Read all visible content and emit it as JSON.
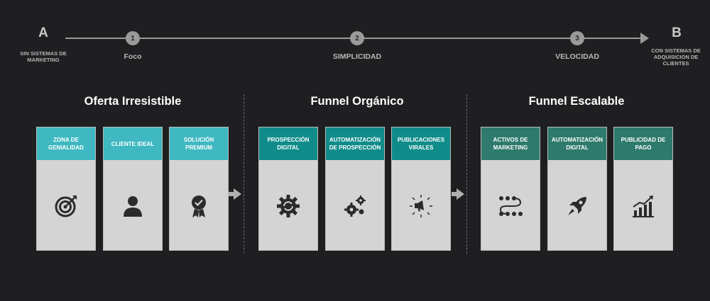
{
  "timeline": {
    "start": {
      "letter": "A",
      "sub": "SIN SISTEMAS DE MARKETING"
    },
    "end": {
      "letter": "B",
      "sub": "CON SISTEMAS DE ADQUISICION DE CLIENTES"
    },
    "steps": [
      {
        "num": "1",
        "label": "Foco"
      },
      {
        "num": "2",
        "label": "SIMPLICIDAD"
      },
      {
        "num": "3",
        "label": "VELOCIDAD"
      }
    ]
  },
  "sections": [
    {
      "title": "Oferta Irresistible",
      "cards": [
        {
          "label": "ZONA DE GENIALIDAD",
          "icon": "target-icon"
        },
        {
          "label": "CLIENTE IDEAL",
          "icon": "user-icon"
        },
        {
          "label": "SOLUCIÓN PREMIUM",
          "icon": "award-badge-icon"
        }
      ]
    },
    {
      "title": "Funnel Orgánico",
      "cards": [
        {
          "label": "PROSPECCIÓN DIGITAL",
          "icon": "gear-refresh-icon"
        },
        {
          "label": "AUTOMATIZACIÓN DE PROSPECCIÓN",
          "icon": "gears-icon"
        },
        {
          "label": "PUBLICACIONES VIRALES",
          "icon": "megaphone-icon"
        }
      ]
    },
    {
      "title": "Funnel Escalable",
      "cards": [
        {
          "label": "ACTIVOS DE MARKETING",
          "icon": "flow-nodes-icon"
        },
        {
          "label": "AUTOMATIZACIÓN DIGITAL",
          "icon": "rocket-icon"
        },
        {
          "label": "PUBLICIDAD DE PAGO",
          "icon": "growth-chart-icon"
        }
      ]
    }
  ],
  "colors": {
    "group1": "#3fb8c1",
    "group2": "#0f8c8a",
    "group3": "#2e7a6c",
    "background": "#1f1f22"
  }
}
